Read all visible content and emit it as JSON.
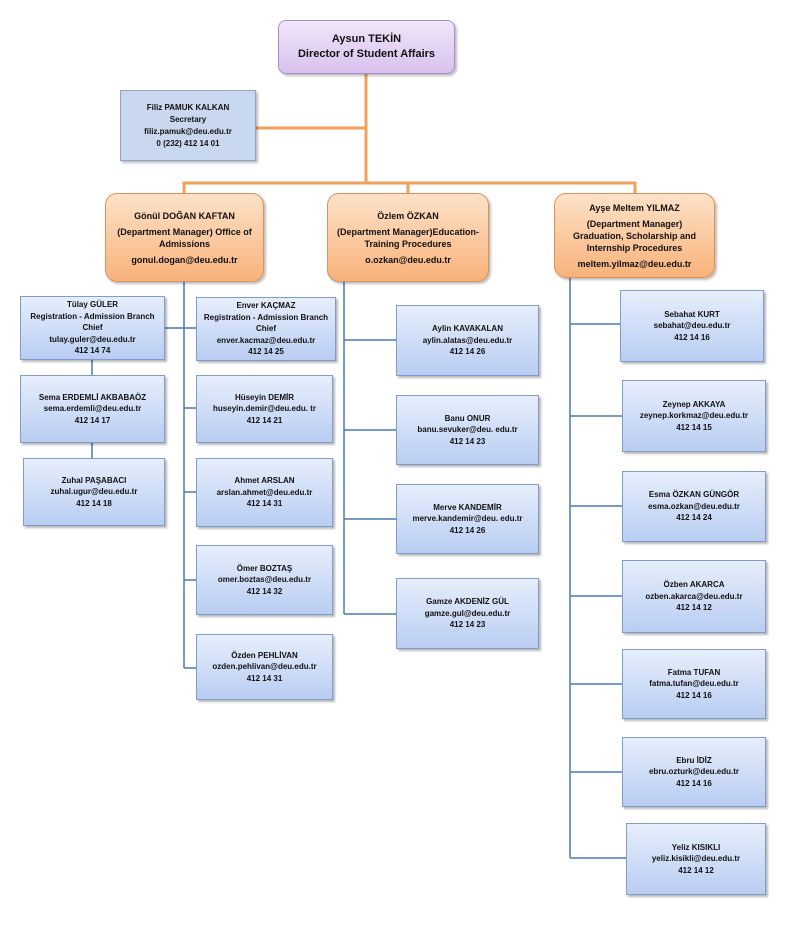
{
  "director": {
    "name": "Aysun TEKİN",
    "title": "Director of Student Affairs"
  },
  "secretary": {
    "name": "Filiz PAMUK KALKAN",
    "role": "Secretary",
    "email": "filiz.pamuk@deu.edu.tr",
    "phone": "0  (232) 412 14 01"
  },
  "managers": [
    {
      "name": "Gönül DOĞAN KAFTAN",
      "lines": [
        "(Department Manager) Office of Admissions"
      ],
      "email": "gonul.dogan@deu.edu.tr"
    },
    {
      "name": "Özlem ÖZKAN",
      "lines": [
        "(Department Manager)Education-Training Procedures"
      ],
      "email": "o.ozkan@deu.edu.tr"
    },
    {
      "name": "Ayşe Meltem YILMAZ",
      "lines": [
        "(Department Manager)",
        "Graduation, Scholarship and Internship Procedures"
      ],
      "email": "meltem.yilmaz@deu.edu.tr"
    }
  ],
  "branch1": [
    {
      "name": "Tülay GÜLER",
      "role": "Registration - Admission Branch Chief",
      "email": "tulay.guler@deu.edu.tr",
      "phone": "412 14 74"
    },
    {
      "name": "Sema ERDEMLİ AKBABAÖZ",
      "email": "sema.erdemli@deu.edu.tr",
      "phone": "412 14 17"
    },
    {
      "name": "Zuhal PAŞABACI",
      "email": "zuhal.ugur@deu.edu.tr",
      "phone": "412 14 18"
    }
  ],
  "branch2": [
    {
      "name": "Enver KAÇMAZ",
      "role": "Registration - Admission Branch Chief",
      "email": "enver.kacmaz@deu.edu.tr",
      "phone": "412 14 25"
    },
    {
      "name": "Hüseyin DEMİR",
      "email": "huseyin.demir@deu.edu. tr",
      "phone": "412 14 21"
    },
    {
      "name": "Ahmet ARSLAN",
      "email": "arslan.ahmet@deu.edu.tr",
      "phone": "412 14 31"
    },
    {
      "name": "Ömer BOZTAŞ",
      "email": "omer.boztas@deu.edu.tr",
      "phone": "412 14 32"
    },
    {
      "name": "Özden PEHLİVAN",
      "email": "ozden.pehlivan@deu.edu.tr",
      "phone": "412 14 31"
    }
  ],
  "branch3": [
    {
      "name": "Aylin KAVAKALAN",
      "email": "aylin.alatas@deu.edu.tr",
      "phone": "412 14 26"
    },
    {
      "name": "Banu ONUR",
      "email": "banu.sevuker@deu. edu.tr",
      "phone": "412 14 23"
    },
    {
      "name": "Merve KANDEMİR",
      "email": "merve.kandemir@deu. edu.tr",
      "phone": "412 14 26"
    },
    {
      "name": "Gamze AKDENİZ GÜL",
      "email": "gamze.gul@deu.edu.tr",
      "phone": "412 14 23"
    }
  ],
  "branch4": [
    {
      "name": "Sebahat KURT",
      "email": "sebahat@deu.edu.tr",
      "phone": "412 14 16"
    },
    {
      "name": "Zeynep  AKKAYA",
      "email": "zeynep.korkmaz@deu.edu.tr",
      "phone": "412 14 15"
    },
    {
      "name": "Esma ÖZKAN GÜNGÖR",
      "email": "esma.ozkan@deu.edu.tr",
      "phone": "412 14 24"
    },
    {
      "name": "Özben AKARCA",
      "email": "ozben.akarca@deu.edu.tr",
      "phone": "412 14 12"
    },
    {
      "name": "Fatma TUFAN",
      "email": "fatma.tufan@deu.edu.tr",
      "phone": "412 14 16"
    },
    {
      "name": "Ebru İDİZ",
      "email": "ebru.ozturk@deu.edu.tr",
      "phone": "412 14 16"
    },
    {
      "name": "Yeliz KISIKLI",
      "email": "yeliz.kisikli@deu.edu.tr",
      "phone": "412 14 12"
    }
  ],
  "colors": {
    "main_connector": "#f0a05a",
    "staff_connector": "#4a78b4"
  }
}
